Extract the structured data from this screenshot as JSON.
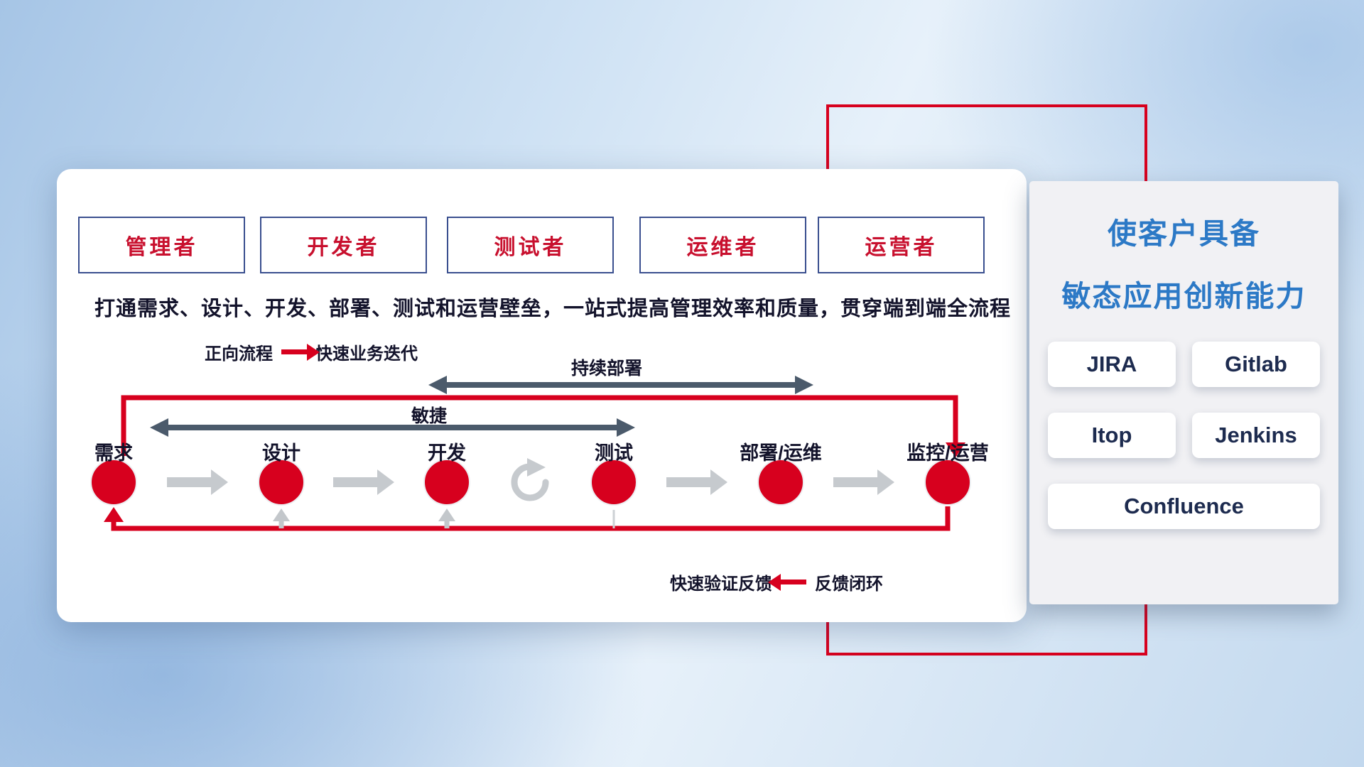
{
  "roles": [
    {
      "label": "管理者"
    },
    {
      "label": "开发者"
    },
    {
      "label": "测试者"
    },
    {
      "label": "运维者"
    },
    {
      "label": "运营者"
    }
  ],
  "description": "打通需求、设计、开发、部署、测试和运营壁垒，一站式提高管理效率和质量，贯穿端到端全流程",
  "legend_forward": {
    "label": "正向流程",
    "value": "快速业务迭代"
  },
  "legend_feedback": {
    "label": "快速验证反馈",
    "value": "反馈闭环"
  },
  "flow": {
    "continuous_deploy_label": "持续部署",
    "agile_label": "敏捷",
    "stages": [
      {
        "label": "需求"
      },
      {
        "label": "设计"
      },
      {
        "label": "开发"
      },
      {
        "label": "测试"
      },
      {
        "label": "部署/运维"
      },
      {
        "label": "监控/运营"
      }
    ]
  },
  "right_panel": {
    "heading_line1": "使客户具备",
    "heading_line2": "敏态应用创新能力",
    "tools": [
      "JIRA",
      "Gitlab",
      "Itop",
      "Jenkins",
      "Confluence"
    ]
  },
  "icons": {
    "forward_arrow": "red-right-arrow",
    "feedback_arrow": "red-left-arrow",
    "stage_connector": "gray-block-arrow",
    "iterate": "gray-loop-arrow",
    "range_arrow": "dark-double-headed-arrow"
  },
  "colors": {
    "accent_red": "#d7001e",
    "heading_blue": "#2c79c6",
    "role_text_red": "#c8102e",
    "box_border_navy": "#3a4f8f",
    "dark_arrow": "#4b5a6b",
    "gray_arrow": "#c6cace",
    "panel_bg": "#f1f1f4"
  }
}
